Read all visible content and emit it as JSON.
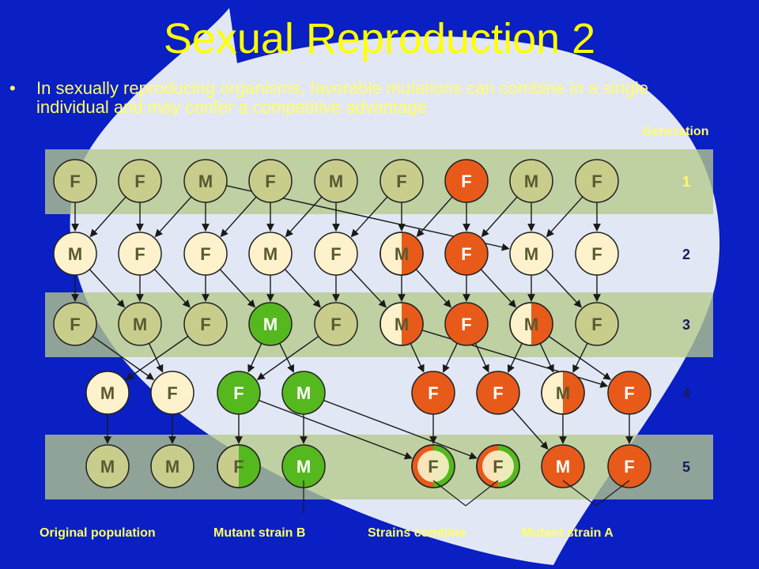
{
  "title": "Sexual Reproduction 2",
  "bullet": {
    "marker": "•",
    "text": "In sexually reproducing organisms, favorable mutations can combine in a single individual and may confer a competitive advantage"
  },
  "generation_header": "Generation",
  "generations": [
    "1",
    "2",
    "3",
    "4",
    "5"
  ],
  "bottom_labels": [
    "Original population",
    "Mutant strain B",
    "Strains combine",
    "Mutant strain A"
  ],
  "colors": {
    "background": "#0a1fc4",
    "band": "#b5c98c",
    "normal": "#c8cd8c",
    "mid_row": "#fdf2cc",
    "mutant_a": "#e85a1a",
    "mutant_b": "#55b81e",
    "text_yellow": "#ffff66"
  },
  "rows": [
    {
      "generation": "1",
      "individuals": [
        {
          "label": "F",
          "fill": "normal"
        },
        {
          "label": "F",
          "fill": "normal"
        },
        {
          "label": "M",
          "fill": "normal"
        },
        {
          "label": "F",
          "fill": "normal"
        },
        {
          "label": "M",
          "fill": "normal"
        },
        {
          "label": "F",
          "fill": "normal"
        },
        {
          "label": "F",
          "fill": "mutant_a"
        },
        {
          "label": "M",
          "fill": "normal"
        },
        {
          "label": "F",
          "fill": "normal"
        }
      ]
    },
    {
      "generation": "2",
      "individuals": [
        {
          "label": "M",
          "fill": "mid_row"
        },
        {
          "label": "F",
          "fill": "mid_row"
        },
        {
          "label": "F",
          "fill": "mid_row"
        },
        {
          "label": "M",
          "fill": "mid_row"
        },
        {
          "label": "F",
          "fill": "mid_row"
        },
        {
          "label": "M",
          "fill": "half_a"
        },
        {
          "label": "F",
          "fill": "mutant_a"
        },
        {
          "label": "M",
          "fill": "mid_row"
        },
        {
          "label": "F",
          "fill": "mid_row"
        }
      ]
    },
    {
      "generation": "3",
      "individuals": [
        {
          "label": "F",
          "fill": "normal"
        },
        {
          "label": "M",
          "fill": "normal"
        },
        {
          "label": "F",
          "fill": "normal"
        },
        {
          "label": "M",
          "fill": "mutant_b"
        },
        {
          "label": "F",
          "fill": "normal"
        },
        {
          "label": "M",
          "fill": "half_a"
        },
        {
          "label": "F",
          "fill": "mutant_a"
        },
        {
          "label": "M",
          "fill": "half_a"
        },
        {
          "label": "F",
          "fill": "normal"
        }
      ]
    },
    {
      "generation": "4",
      "individuals": [
        {
          "label": "M",
          "fill": "mid_row"
        },
        {
          "label": "F",
          "fill": "mid_row"
        },
        {
          "label": "F",
          "fill": "mutant_b"
        },
        {
          "label": "M",
          "fill": "mutant_b"
        },
        {
          "label": "F",
          "fill": "mutant_a"
        },
        {
          "label": "F",
          "fill": "mutant_a"
        },
        {
          "label": "M",
          "fill": "half_a"
        },
        {
          "label": "F",
          "fill": "mutant_a"
        }
      ]
    },
    {
      "generation": "5",
      "individuals": [
        {
          "label": "M",
          "fill": "normal"
        },
        {
          "label": "M",
          "fill": "normal"
        },
        {
          "label": "F",
          "fill": "half_b"
        },
        {
          "label": "M",
          "fill": "mutant_b"
        },
        {
          "label": "F",
          "fill": "combined"
        },
        {
          "label": "F",
          "fill": "combined"
        },
        {
          "label": "M",
          "fill": "mutant_a"
        },
        {
          "label": "F",
          "fill": "mutant_a"
        }
      ]
    }
  ],
  "links": [
    [
      [
        0,
        0
      ],
      [
        1,
        0
      ]
    ],
    [
      [
        0,
        1
      ],
      [
        1,
        0
      ]
    ],
    [
      [
        0,
        1
      ],
      [
        1,
        1
      ]
    ],
    [
      [
        0,
        2
      ],
      [
        1,
        1
      ]
    ],
    [
      [
        0,
        2
      ],
      [
        1,
        2
      ]
    ],
    [
      [
        0,
        3
      ],
      [
        1,
        2
      ]
    ],
    [
      [
        0,
        3
      ],
      [
        1,
        3
      ]
    ],
    [
      [
        0,
        4
      ],
      [
        1,
        3
      ]
    ],
    [
      [
        0,
        4
      ],
      [
        1,
        4
      ]
    ],
    [
      [
        0,
        5
      ],
      [
        1,
        4
      ]
    ],
    [
      [
        0,
        5
      ],
      [
        1,
        5
      ]
    ],
    [
      [
        0,
        6
      ],
      [
        1,
        5
      ]
    ],
    [
      [
        0,
        6
      ],
      [
        1,
        6
      ]
    ],
    [
      [
        0,
        7
      ],
      [
        1,
        6
      ]
    ],
    [
      [
        0,
        7
      ],
      [
        1,
        7
      ]
    ],
    [
      [
        0,
        8
      ],
      [
        1,
        7
      ]
    ],
    [
      [
        0,
        8
      ],
      [
        1,
        8
      ]
    ],
    [
      [
        0,
        2
      ],
      [
        1,
        7
      ]
    ],
    [
      [
        1,
        0
      ],
      [
        2,
        0
      ]
    ],
    [
      [
        1,
        0
      ],
      [
        2,
        1
      ]
    ],
    [
      [
        1,
        1
      ],
      [
        2,
        1
      ]
    ],
    [
      [
        1,
        1
      ],
      [
        2,
        2
      ]
    ],
    [
      [
        1,
        2
      ],
      [
        2,
        2
      ]
    ],
    [
      [
        1,
        2
      ],
      [
        2,
        3
      ]
    ],
    [
      [
        1,
        3
      ],
      [
        2,
        3
      ]
    ],
    [
      [
        1,
        3
      ],
      [
        2,
        4
      ]
    ],
    [
      [
        1,
        4
      ],
      [
        2,
        4
      ]
    ],
    [
      [
        1,
        4
      ],
      [
        2,
        5
      ]
    ],
    [
      [
        1,
        5
      ],
      [
        2,
        5
      ]
    ],
    [
      [
        1,
        5
      ],
      [
        2,
        6
      ]
    ],
    [
      [
        1,
        6
      ],
      [
        2,
        6
      ]
    ],
    [
      [
        1,
        6
      ],
      [
        2,
        7
      ]
    ],
    [
      [
        1,
        7
      ],
      [
        2,
        7
      ]
    ],
    [
      [
        1,
        7
      ],
      [
        2,
        8
      ]
    ],
    [
      [
        1,
        8
      ],
      [
        2,
        8
      ]
    ],
    [
      [
        2,
        0
      ],
      [
        3,
        1
      ]
    ],
    [
      [
        2,
        1
      ],
      [
        3,
        1
      ]
    ],
    [
      [
        2,
        2
      ],
      [
        3,
        0
      ]
    ],
    [
      [
        2,
        3
      ],
      [
        3,
        2
      ]
    ],
    [
      [
        2,
        3
      ],
      [
        3,
        3
      ]
    ],
    [
      [
        2,
        4
      ],
      [
        3,
        2
      ]
    ],
    [
      [
        2,
        5
      ],
      [
        3,
        4
      ]
    ],
    [
      [
        2,
        6
      ],
      [
        3,
        4
      ]
    ],
    [
      [
        2,
        6
      ],
      [
        3,
        5
      ]
    ],
    [
      [
        2,
        7
      ],
      [
        3,
        5
      ]
    ],
    [
      [
        2,
        7
      ],
      [
        3,
        6
      ]
    ],
    [
      [
        2,
        8
      ],
      [
        3,
        6
      ]
    ],
    [
      [
        2,
        5
      ],
      [
        3,
        7
      ]
    ],
    [
      [
        2,
        7
      ],
      [
        3,
        7
      ]
    ],
    [
      [
        3,
        0
      ],
      [
        4,
        0
      ]
    ],
    [
      [
        3,
        1
      ],
      [
        4,
        1
      ]
    ],
    [
      [
        3,
        2
      ],
      [
        4,
        2
      ]
    ],
    [
      [
        3,
        3
      ],
      [
        4,
        3
      ]
    ],
    [
      [
        3,
        3
      ],
      [
        4,
        5
      ]
    ],
    [
      [
        3,
        4
      ],
      [
        4,
        4
      ]
    ],
    [
      [
        3,
        5
      ],
      [
        4,
        6
      ]
    ],
    [
      [
        3,
        6
      ],
      [
        4,
        6
      ]
    ],
    [
      [
        3,
        7
      ],
      [
        4,
        7
      ]
    ],
    [
      [
        3,
        2
      ],
      [
        4,
        4
      ]
    ]
  ]
}
